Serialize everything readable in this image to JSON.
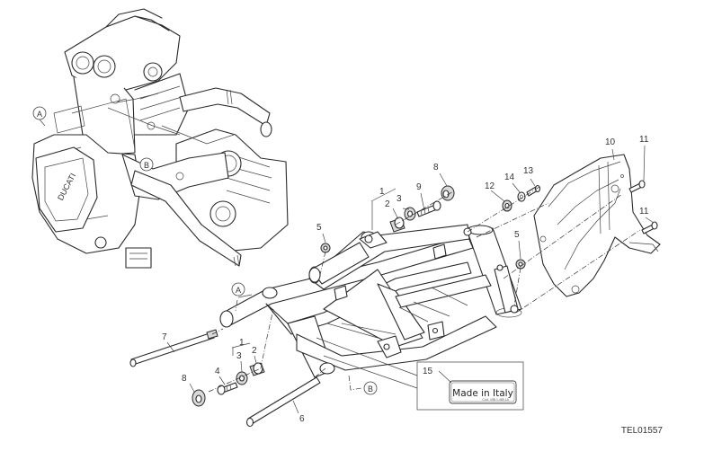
{
  "diagram": {
    "type": "exploded-parts-view",
    "subject": "engine and frame assembly",
    "drawing_code": "TEL01557",
    "reference_markers": [
      "A",
      "B"
    ],
    "callouts": [
      {
        "id": "c1a",
        "label": "1"
      },
      {
        "id": "c2a",
        "label": "2"
      },
      {
        "id": "c3a",
        "label": "3"
      },
      {
        "id": "c9",
        "label": "9"
      },
      {
        "id": "c8a",
        "label": "8"
      },
      {
        "id": "c12",
        "label": "12"
      },
      {
        "id": "c14",
        "label": "14"
      },
      {
        "id": "c13",
        "label": "13"
      },
      {
        "id": "c10",
        "label": "10"
      },
      {
        "id": "c11a",
        "label": "11"
      },
      {
        "id": "c11b",
        "label": "11"
      },
      {
        "id": "c5a",
        "label": "5"
      },
      {
        "id": "c5b",
        "label": "5"
      },
      {
        "id": "c7",
        "label": "7"
      },
      {
        "id": "c1b",
        "label": "1"
      },
      {
        "id": "c3b",
        "label": "3"
      },
      {
        "id": "c2b",
        "label": "2"
      },
      {
        "id": "c4",
        "label": "4"
      },
      {
        "id": "c8b",
        "label": "8"
      },
      {
        "id": "c6",
        "label": "6"
      },
      {
        "id": "c15",
        "label": "15"
      }
    ],
    "markers": {
      "engine_A": "A",
      "engine_B": "B",
      "frame_A": "A",
      "frame_B": "B"
    },
    "label_part": {
      "main_text": "Made in Italy",
      "small_text": "Cod. 43B.1.485.1A"
    }
  }
}
